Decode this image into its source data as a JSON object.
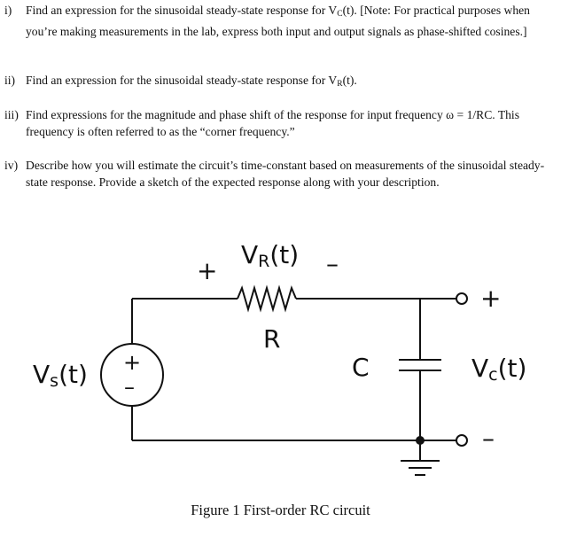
{
  "questions": [
    {
      "num": "i)",
      "pre": "Find an expression for the sinusoidal steady-state response for V",
      "sub": "C",
      "post": "(t). [Note: For practical purposes when you’re making measurements in the lab, express both input and output signals as phase-shifted cosines.]"
    },
    {
      "num": "ii)",
      "pre": "Find an expression for the sinusoidal steady-state response for V",
      "sub": "R",
      "post": "(t)."
    },
    {
      "num": "iii)",
      "text": "Find expressions for the magnitude and phase shift of the response for input frequency ω = 1/RC. This frequency is often referred to as the “corner frequency.”"
    },
    {
      "num": "iv)",
      "text": "Describe how you will estimate the circuit’s time-constant based on measurements of the sinusoidal steady-state response. Provide a sketch of the expected response along with your description."
    }
  ],
  "circuit": {
    "vr_label": "V",
    "vr_sub": "R",
    "vr_tail": "(t)",
    "vr_plus": "+",
    "vr_minus": "–",
    "r_label": "R",
    "c_label": "C",
    "vs_label": "V",
    "vs_sub": "s",
    "vs_tail": "(t)",
    "src_plus": "+",
    "src_minus": "–",
    "out_plus": "+",
    "out_minus": "–",
    "vc_label": "V",
    "vc_sub": "c",
    "vc_tail": "(t)"
  },
  "caption": "Figure 1 First-order RC circuit"
}
